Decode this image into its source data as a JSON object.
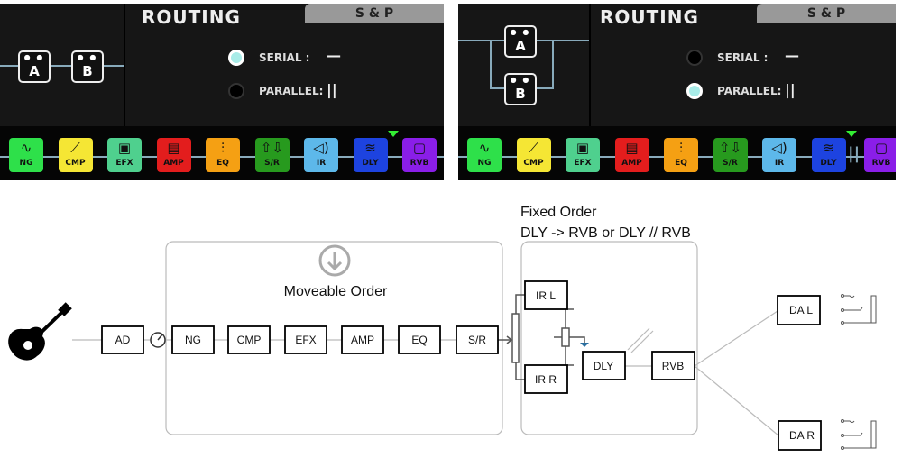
{
  "panels": [
    {
      "title": "ROUTING",
      "tab": "S & P",
      "serial_label": "SERIAL :",
      "serial_symbol": "—",
      "parallel_label": "PARALLEL:",
      "parallel_symbol": "||",
      "selected": "serial",
      "pedal_a": "A",
      "pedal_b": "B"
    },
    {
      "title": "ROUTING",
      "tab": "S & P",
      "serial_label": "SERIAL :",
      "serial_symbol": "—",
      "parallel_label": "PARALLEL:",
      "parallel_symbol": "||",
      "selected": "parallel",
      "pedal_a": "A",
      "pedal_b": "B",
      "chain_parallel_mark": "||"
    }
  ],
  "effects": [
    {
      "label": "NG",
      "icon": "noise-gate-icon",
      "glyph": "∿",
      "color": "#2ee04a"
    },
    {
      "label": "CMP",
      "icon": "compressor-icon",
      "glyph": "⟋",
      "color": "#f5e634"
    },
    {
      "label": "EFX",
      "icon": "pedal-icon",
      "glyph": "▣",
      "color": "#4fd08e"
    },
    {
      "label": "AMP",
      "icon": "amp-icon",
      "glyph": "▤",
      "color": "#e31d1d"
    },
    {
      "label": "EQ",
      "icon": "eq-sliders-icon",
      "glyph": "⫶",
      "color": "#f5a013"
    },
    {
      "label": "S/R",
      "icon": "send-return-icon",
      "glyph": "⇧⇩",
      "color": "#279a1e"
    },
    {
      "label": "IR",
      "icon": "speaker-icon",
      "glyph": "◁)",
      "color": "#5db8ea"
    },
    {
      "label": "DLY",
      "icon": "delay-wave-icon",
      "glyph": "≋",
      "color": "#1d43e0"
    },
    {
      "label": "RVB",
      "icon": "reverb-icon",
      "glyph": "▢",
      "color": "#8a1ee8"
    }
  ],
  "diagram": {
    "ad": "AD",
    "moveable_title": "Moveable Order",
    "moveable": [
      "NG",
      "CMP",
      "EFX",
      "AMP",
      "EQ",
      "S/R"
    ],
    "fixed_title_1": "Fixed Order",
    "fixed_title_2": "DLY -> RVB or DLY // RVB",
    "ir_l": "IR L",
    "ir_r": "IR R",
    "dly": "DLY",
    "rvb": "RVB",
    "da_l": "DA L",
    "da_r": "DA R"
  }
}
